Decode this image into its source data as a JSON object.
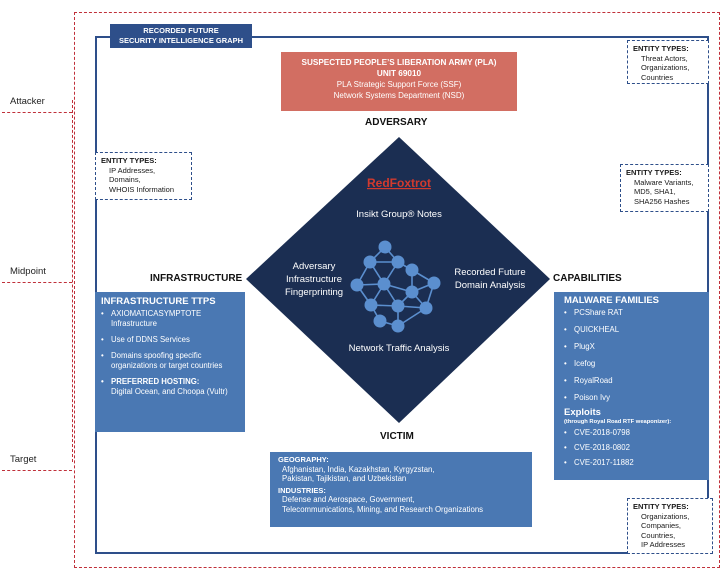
{
  "frame_title": [
    "RECORDED FUTURE",
    "SECURITY INTELLIGENCE GRAPH"
  ],
  "side_labels": [
    "Attacker",
    "Midpoint",
    "Target"
  ],
  "adversary": {
    "title_1": "SUSPECTED PEOPLE’S LIBERATION ARMY (PLA)",
    "title_2": "UNIT 69010",
    "sub_1": "PLA Strategic Support Force (SSF)",
    "sub_2": "Network Systems Department (NSD)",
    "label": "ADVERSARY"
  },
  "entity_types": {
    "adversary": {
      "heading": "ENTITY TYPES:",
      "items": [
        "Threat Actors,",
        "Organizations,",
        "Countries"
      ]
    },
    "infrastructure": {
      "heading": "ENTITY TYPES:",
      "items": [
        "IP Addresses,",
        "Domains,",
        "WHOIS Information"
      ]
    },
    "capabilities": {
      "heading": "ENTITY TYPES:",
      "items": [
        "Malware Variants,",
        "MD5, SHA1,",
        "SHA256 Hashes"
      ]
    },
    "victim": {
      "heading": "ENTITY TYPES:",
      "items": [
        "Organizations,",
        "Companies,",
        "Countries,",
        "IP Addresses"
      ]
    }
  },
  "section_labels": {
    "infrastructure": "INFRASTRUCTURE",
    "capabilities": "CAPABILITIES",
    "victim": "VICTIM"
  },
  "diamond": {
    "title": "RedFoxtrot",
    "top": "Insikt Group® Notes",
    "left_1": "Adversary",
    "left_2": "Infrastructure",
    "left_3": "Fingerprinting",
    "right_1": "Recorded Future",
    "right_2": "Domain Analysis",
    "bottom": "Network Traffic Analysis",
    "fill_color": "#1b2e52",
    "accent_color": "#d23a2e",
    "node_color": "#5b8fcf"
  },
  "infrastructure": {
    "heading": "INFRASTRUCTURE TTPS",
    "items": [
      "AXIOMATICASYMPTOTE Infrastructure",
      "Use of DDNS Services",
      "Domains spoofing specific organizations or target countries"
    ],
    "hosting_heading": "PREFERRED HOSTING:",
    "hosting_text": "Digital Ocean, and Choopa (Vultr)"
  },
  "capabilities": {
    "heading": "MALWARE FAMILIES",
    "malware": [
      "PCShare RAT",
      "QUICKHEAL",
      "PlugX",
      "Icefog",
      "RoyalRoad",
      "Poison Ivy"
    ],
    "exploits_heading": "Exploits",
    "exploits_note": "(through Royal Road RTF weaponizer):",
    "exploits": [
      "CVE-2018-0798",
      "CVE-2018-0802",
      "CVE-2017-11882"
    ]
  },
  "victim": {
    "geo_heading": "GEOGRAPHY:",
    "geo_1": "Afghanistan, India, Kazakhstan, Kyrgyzstan,",
    "geo_2": "Pakistan, Tajikistan, and Uzbekistan",
    "ind_heading": "INDUSTRIES:",
    "ind_1": "Defense and Aerospace, Government,",
    "ind_2": "Telecommunications, Mining, and Research Organizations"
  },
  "colors": {
    "frame": "#2e4f8a",
    "dashed": "#c0303a",
    "adversary_box": "#d26e62",
    "panel": "#4a78b3"
  }
}
